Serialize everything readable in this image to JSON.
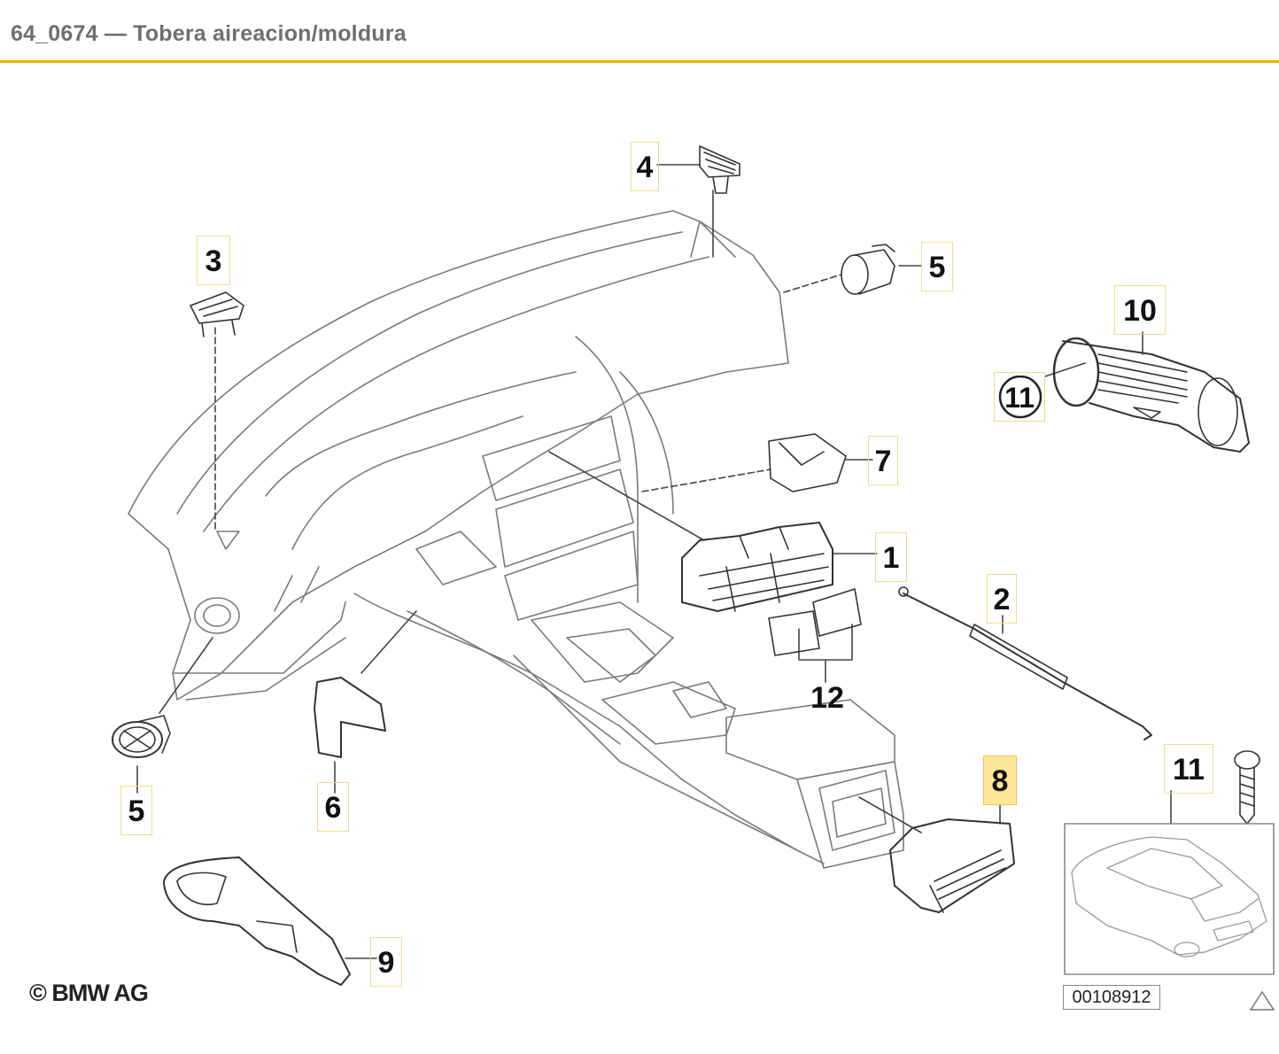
{
  "page": {
    "title": "64_0674 — Tobera aireacion/moldura"
  },
  "diagram": {
    "callouts": [
      {
        "id": "c4",
        "label": "4"
      },
      {
        "id": "c3",
        "label": "3"
      },
      {
        "id": "c5a",
        "label": "5"
      },
      {
        "id": "c10",
        "label": "10"
      },
      {
        "id": "c11a",
        "label": "11"
      },
      {
        "id": "c7",
        "label": "7"
      },
      {
        "id": "c1",
        "label": "1"
      },
      {
        "id": "c2",
        "label": "2"
      },
      {
        "id": "c12",
        "label": "12"
      },
      {
        "id": "c5b",
        "label": "5"
      },
      {
        "id": "c6",
        "label": "6"
      },
      {
        "id": "c8",
        "label": "8",
        "highlighted": true
      },
      {
        "id": "c11b",
        "label": "11"
      },
      {
        "id": "c9",
        "label": "9"
      }
    ],
    "copyright": "© BMW AG",
    "doc_number": "00108912",
    "icons": [
      "warning-triangle-icon",
      "car-silhouette-icon",
      "screw-icon"
    ],
    "colors": {
      "accent": "#e6b800",
      "highlight": "#fbe79a",
      "line_art": "#555555"
    }
  }
}
